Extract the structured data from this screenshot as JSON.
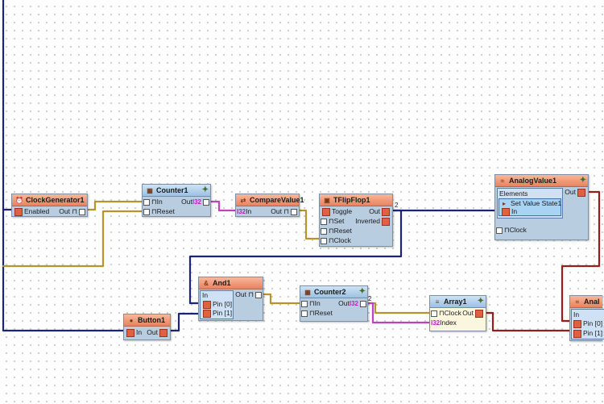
{
  "diagram": {
    "components": {
      "clock_generator": {
        "title": "ClockGenerator1",
        "pins": [
          "Enabled",
          "Out"
        ]
      },
      "counter1": {
        "title": "Counter1",
        "pins": [
          "In",
          "Out",
          "Reset"
        ],
        "type_tag": "I32"
      },
      "compare_value": {
        "title": "CompareValue1",
        "pins": [
          "In",
          "Out"
        ],
        "type_tag": "I32"
      },
      "tflipflop": {
        "title": "TFlipFlop1",
        "pins": [
          "Toggle",
          "Out",
          "Set",
          "Inverted",
          "Reset",
          "Clock"
        ]
      },
      "analog_value": {
        "title": "AnalogValue1",
        "elements_label": "Elements",
        "state_label": "Set Value State1",
        "pins": [
          "In",
          "Out",
          "Clock"
        ]
      },
      "and1": {
        "title": "And1",
        "in_label": "In",
        "pins": [
          "Out",
          "Pin [0]",
          "Pin [1]"
        ]
      },
      "counter2": {
        "title": "Counter2",
        "pins": [
          "In",
          "Out",
          "Reset"
        ],
        "type_tag": "I32"
      },
      "array1": {
        "title": "Array1",
        "pins": [
          "Clock",
          "Out",
          "Index"
        ],
        "type_tag": "I32"
      },
      "button1": {
        "title": "Button1",
        "pins": [
          "In",
          "Out"
        ]
      },
      "analog_partial": {
        "title": "Anal",
        "in_label": "In",
        "pins": [
          "Pin [0]",
          "Pin [1]"
        ]
      }
    },
    "wire_labels": [
      "2",
      "2"
    ],
    "colors": {
      "clock": "#b8922a",
      "int": "#c040c0",
      "bool": "#1a237e",
      "analog": "#9b1b1b",
      "header": "#e8825f",
      "body": "#b8cde0"
    }
  }
}
